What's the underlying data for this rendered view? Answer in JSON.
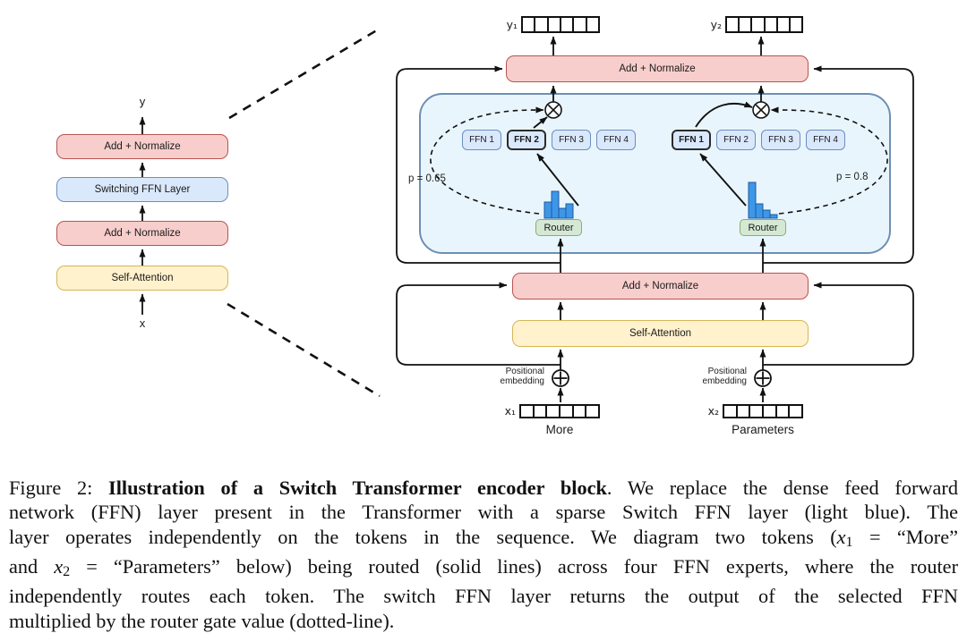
{
  "diagram": {
    "mini": {
      "output_label": "y",
      "input_label": "x",
      "layers": [
        {
          "label": "Add + Normalize"
        },
        {
          "label": "Switching FFN Layer"
        },
        {
          "label": "Add + Normalize"
        },
        {
          "label": "Self-Attention"
        }
      ]
    },
    "main": {
      "add_normalize_top": "Add + Normalize",
      "add_normalize_mid": "Add + Normalize",
      "self_attention": "Self-Attention",
      "token1": {
        "output_label": "y₁",
        "input_label": "x₁",
        "word": "More",
        "gate_label": "p = 0.65",
        "router_label": "Router",
        "positional_label": "Positional embedding",
        "experts": [
          "FFN 1",
          "FFN 2",
          "FFN 3",
          "FFN 4"
        ],
        "selected_expert": "FFN 2"
      },
      "token2": {
        "output_label": "y₂",
        "input_label": "x₂",
        "word": "Parameters",
        "gate_label": "p = 0.8",
        "router_label": "Router",
        "positional_label": "Positional embedding",
        "experts": [
          "FFN 1",
          "FFN 2",
          "FFN 3",
          "FFN 4"
        ],
        "selected_expert": "FFN 1"
      }
    },
    "colors": {
      "block_pink": "#f8cecc",
      "block_pink_border": "#b85450",
      "block_blue": "#dae8fc",
      "block_blue_border": "#6c8ebf",
      "block_yellow": "#fff2cc",
      "block_yellow_border": "#d6b656",
      "router_green": "#d5e8d4",
      "router_green_border": "#82b366",
      "switch_container_fill": "#e9f5fc",
      "switch_container_border": "#6d8fb4",
      "histogram_blue": "#3e96e8"
    }
  },
  "caption": {
    "lines": [
      {
        "p0": "Figure 2: ",
        "p1": "Illustration of a Switch Transformer encoder block",
        "p2": ". We replace the dense feed forward"
      },
      {
        "p0": "network (FFN) layer present in the Transformer with a sparse Switch FFN layer (light blue). The"
      },
      {
        "p0": "layer operates independently on the tokens in the sequence. We diagram two tokens (",
        "p1": "x",
        "p2": "1",
        "p3": " = “More”"
      },
      {
        "p0": "and ",
        "p1": "x",
        "p2": "2",
        "p3": " = “Parameters” below) being routed (solid lines) across four FFN experts, where the router"
      },
      {
        "p0": "independently routes each token. The switch FFN layer returns the output of the selected FFN"
      },
      {
        "p0": "multiplied by the router gate value (dotted-line)."
      }
    ]
  }
}
